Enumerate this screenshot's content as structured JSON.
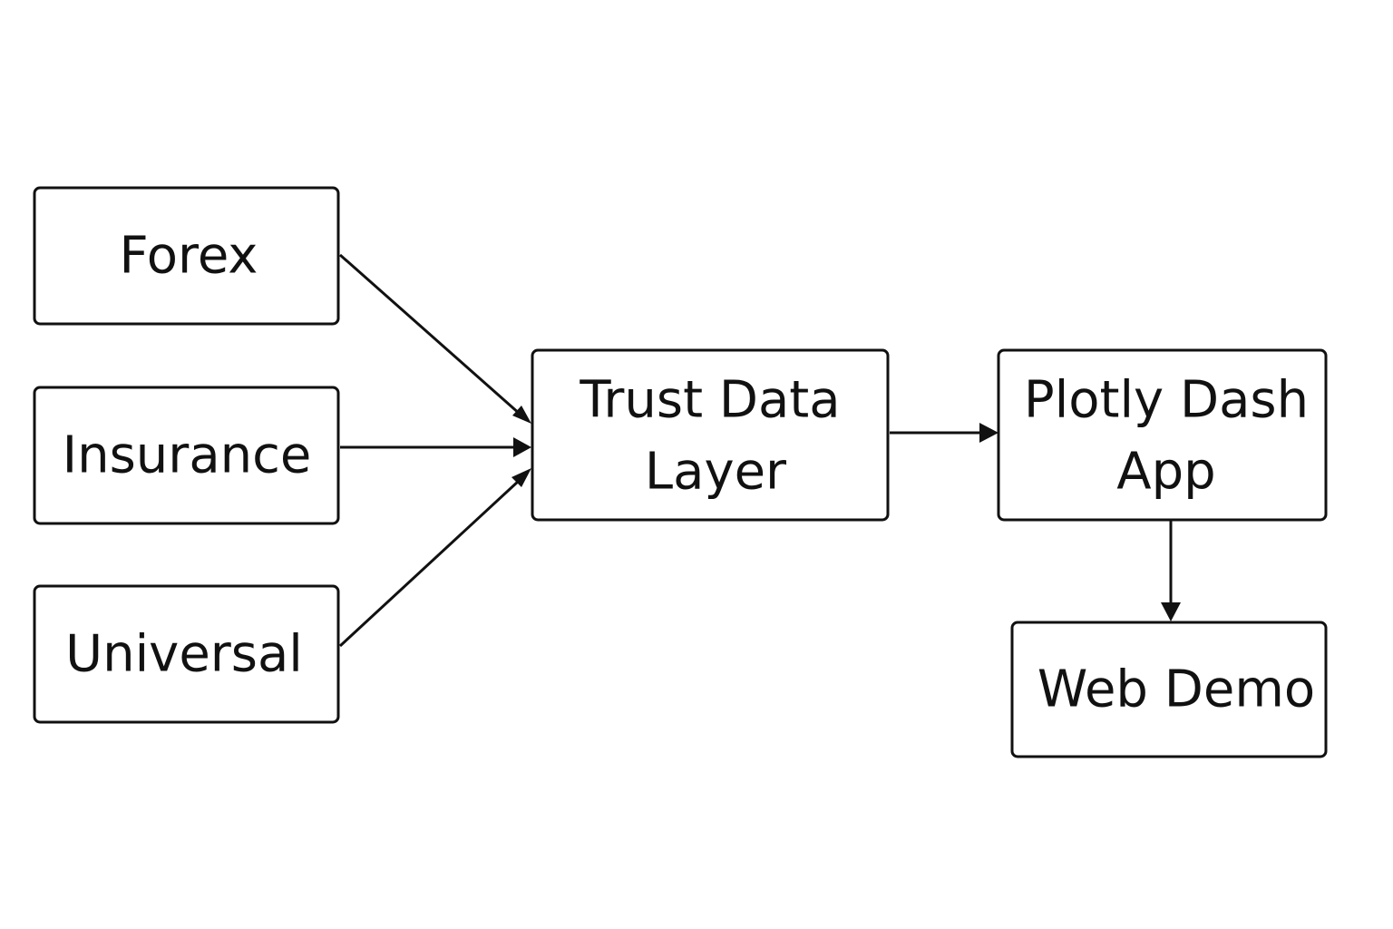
{
  "diagram": {
    "type": "flowchart",
    "nodes": [
      {
        "id": "forex",
        "lines": [
          "Forex"
        ]
      },
      {
        "id": "insurance",
        "lines": [
          "Insurance"
        ]
      },
      {
        "id": "universal",
        "lines": [
          "Universal"
        ]
      },
      {
        "id": "trust",
        "lines": [
          "Trust Data",
          "Layer"
        ]
      },
      {
        "id": "plotly",
        "lines": [
          "Plotly Dash",
          "App"
        ]
      },
      {
        "id": "web",
        "lines": [
          "Web Demo"
        ]
      }
    ],
    "edges": [
      {
        "from": "forex",
        "to": "trust"
      },
      {
        "from": "insurance",
        "to": "trust"
      },
      {
        "from": "universal",
        "to": "trust"
      },
      {
        "from": "trust",
        "to": "plotly"
      },
      {
        "from": "plotly",
        "to": "web"
      }
    ],
    "colors": {
      "stroke": "#111111",
      "box_fill": "#ffffff",
      "text": "#111111",
      "background": "#ffffff"
    }
  }
}
